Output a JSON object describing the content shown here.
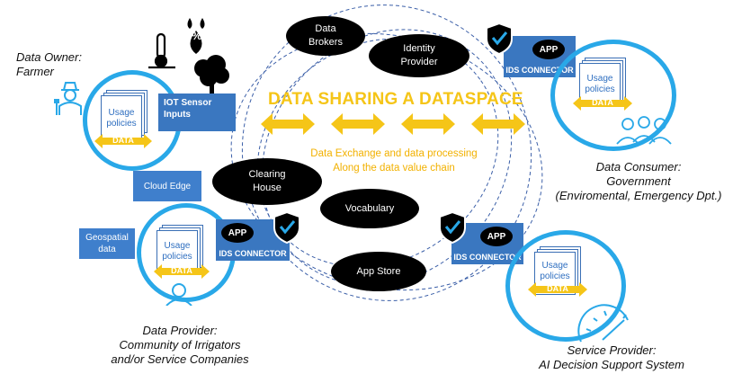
{
  "title": "DATA SHARING A DATASPACE",
  "subtitle_lines": [
    "Data Exchange and data processing",
    "Along the data value chain"
  ],
  "services": {
    "data_brokers": [
      "Data",
      "Brokers"
    ],
    "identity_provider": [
      "Identity",
      "Provider"
    ],
    "clearing_house": [
      "Clearing",
      "House"
    ],
    "vocabulary": "Vocabulary",
    "app_store": "App Store"
  },
  "roles": {
    "owner": [
      "Data Owner:",
      "Farmer"
    ],
    "consumer": [
      "Data Consumer:",
      "Government",
      "(Enviromental, Emergency Dpt.)"
    ],
    "provider": [
      "Data Provider:",
      "Community of Irrigators",
      "and/or Service Companies"
    ],
    "service": [
      "Service Provider:",
      "AI Decision Support System"
    ]
  },
  "labels": {
    "iot": [
      "IOT Sensor",
      "Inputs"
    ],
    "cloud_edge": "Cloud Edge",
    "geospatial": [
      "Geospatial",
      "data"
    ],
    "usage_policies": [
      "Usage",
      "policies"
    ],
    "data": "DATA",
    "app": "APP",
    "ids_connector": "IDS CONNECTOR",
    "percent": "%"
  },
  "colors": {
    "ring": "#29a8e8",
    "connector": "#3a77c0",
    "accent_yellow": "#f5c518",
    "orbit": "#3b5fa8"
  },
  "icons": [
    "thermometer-icon",
    "water-drops-icon",
    "tree-icon",
    "farmer-icon",
    "shield-check-icon",
    "people-icon",
    "person-icon",
    "gauge-icon"
  ]
}
